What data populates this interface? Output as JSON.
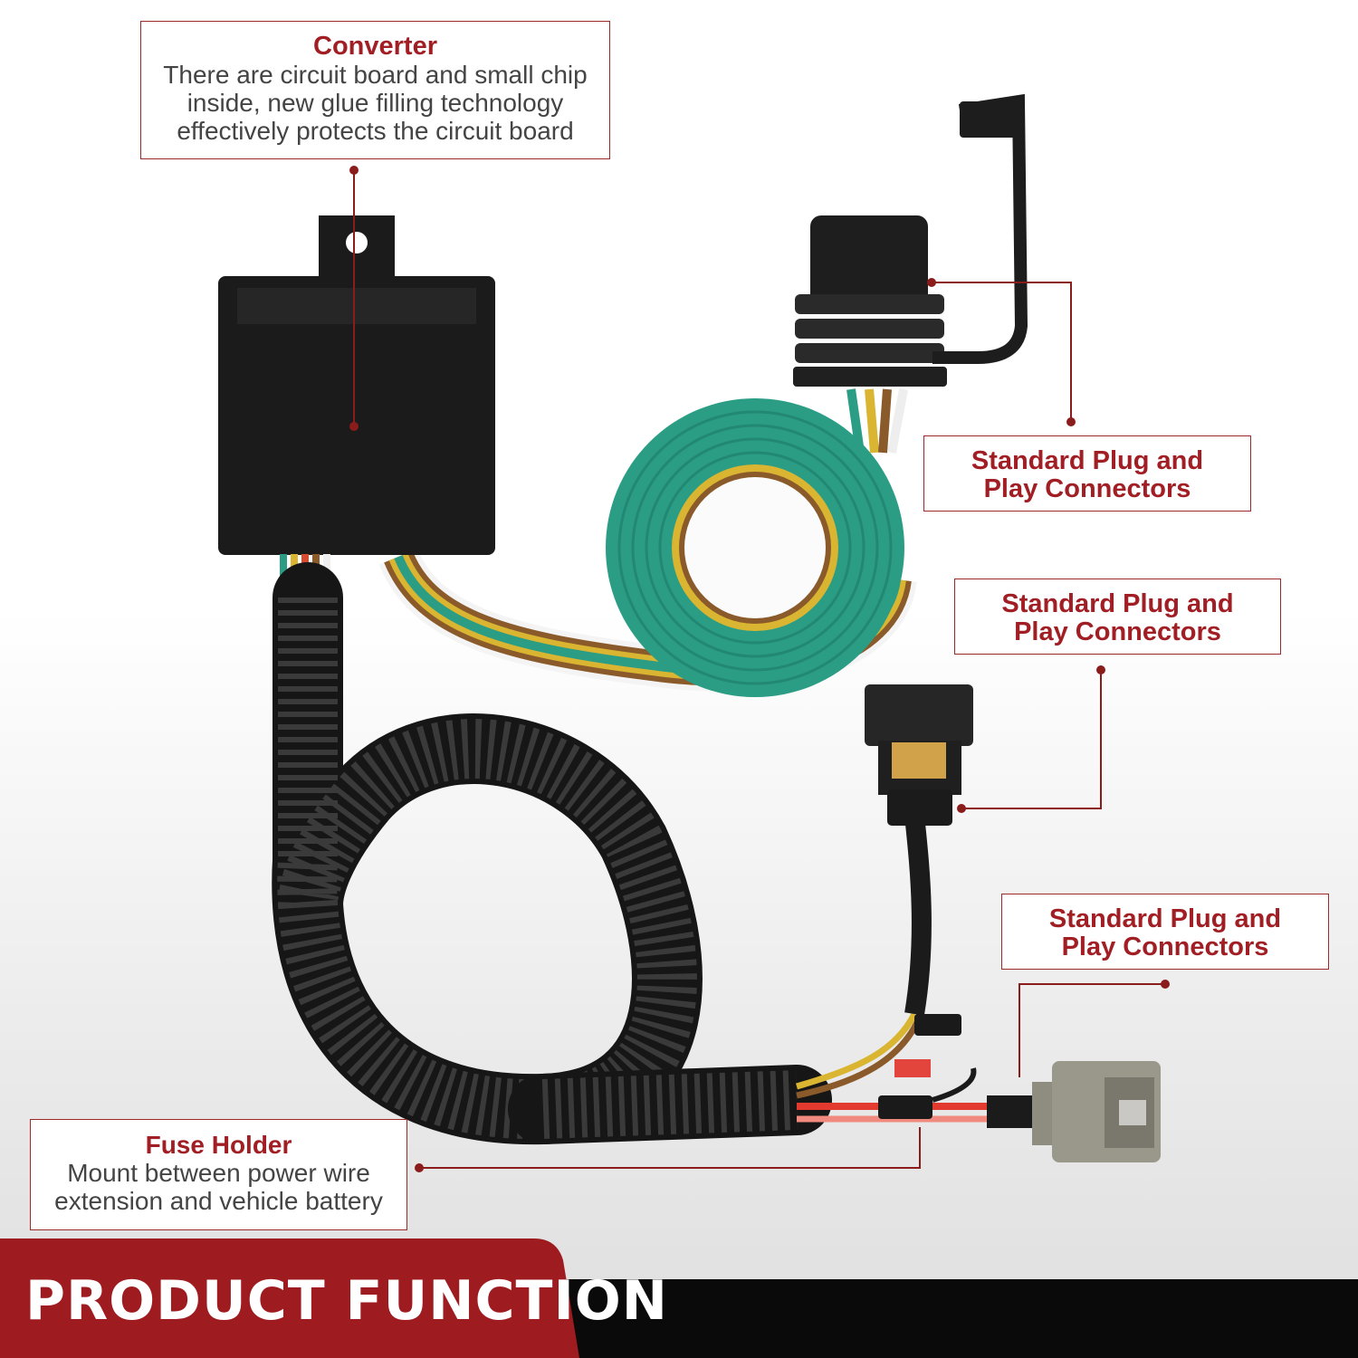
{
  "callouts": {
    "converter": {
      "title": "Converter",
      "description": "There are circuit board and small chip inside, new glue filling technology effectively protects the circuit board"
    },
    "plug_1": {
      "title": "Standard Plug and\nPlay Connectors"
    },
    "plug_2": {
      "title": "Standard Plug and\nPlay Connectors"
    },
    "plug_3": {
      "title": "Standard Plug and\nPlay Connectors"
    },
    "fuse_holder": {
      "title": "Fuse Holder",
      "description": "Mount between power wire extension and vehicle battery"
    }
  },
  "footer": {
    "label": "PRODUCT FUNCTION"
  },
  "colors": {
    "accent_red": "#a11f24",
    "leader_line": "#8b1c1c",
    "wire_green": "#2a9d84",
    "wire_yellow": "#d9b531",
    "wire_brown": "#8a5a2b",
    "wire_white": "#f4f4f4",
    "converter_body": "#1b1b1b",
    "plug_gray": "#8f8c80"
  },
  "icons": [
    "converter-box",
    "four-pin-flat-plug",
    "vehicle-socket",
    "fuse-holder",
    "gray-connector"
  ]
}
